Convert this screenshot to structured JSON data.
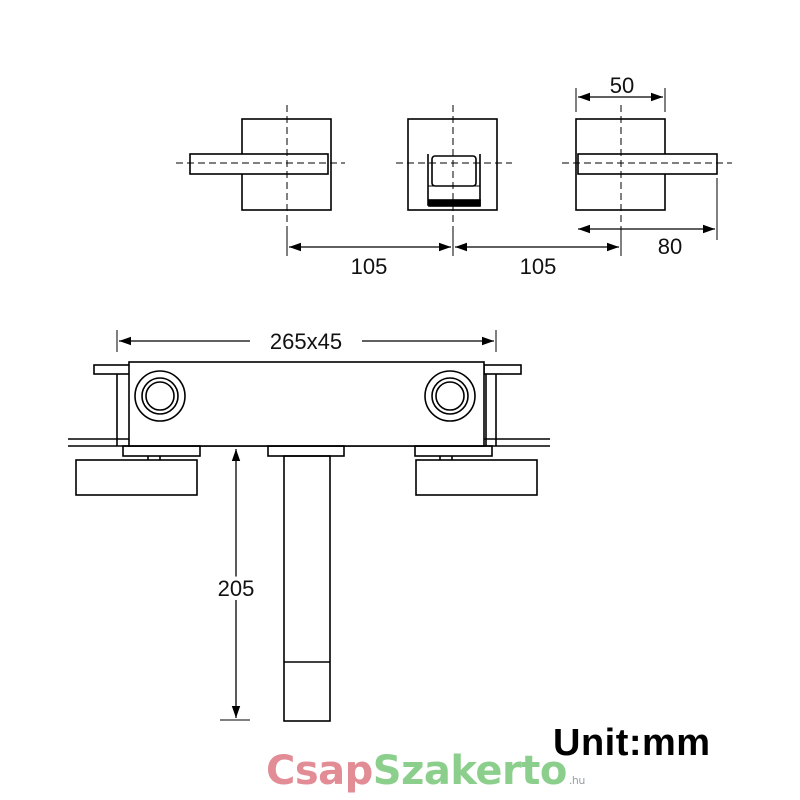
{
  "drawing": {
    "top_view": {
      "dim_top_width": "50",
      "dim_spacing_left": "105",
      "dim_spacing_right": "105",
      "dim_handle_length": "80"
    },
    "side_view": {
      "dim_plate": "265x45",
      "dim_spout_depth": "205"
    }
  },
  "unit_label": "Unit:mm",
  "logo": {
    "part1": "Csap",
    "part2": "Szakerto",
    "suffix": ".hu",
    "color_part1": "#e28c96",
    "color_part2": "#8ccf8c"
  }
}
